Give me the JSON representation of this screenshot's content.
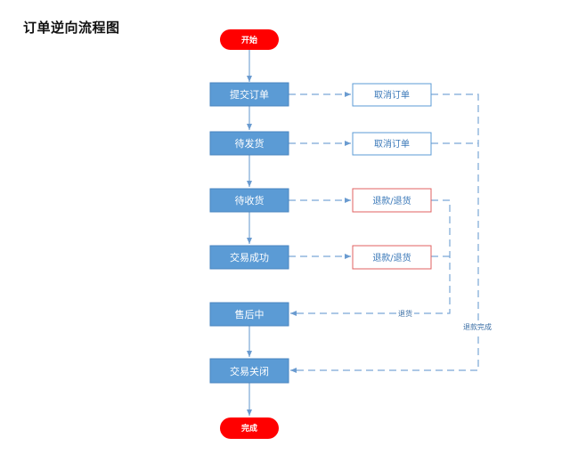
{
  "title": "订单逆向流程图",
  "nodes": {
    "start": "开始",
    "submit": "提交订单",
    "pending_ship": "待发货",
    "pending_receive": "待收货",
    "deal_done": "交易成功",
    "after_sale": "售后中",
    "closed": "交易关闭",
    "finish": "完成",
    "cancel_1": "取消订单",
    "cancel_2": "取消订单",
    "refund_1": "退款/退货",
    "refund_2": "退款/退货"
  },
  "edge_labels": {
    "return_goods": "退货",
    "refund_complete": "退款完成"
  },
  "colors": {
    "blue_node": "#5b9bd5",
    "blue_border": "#4a86c0",
    "red_terminal": "#ff0000",
    "cancel_border": "#5b9bd5",
    "refund_border": "#e06060",
    "connector": "#7aa6d6"
  }
}
